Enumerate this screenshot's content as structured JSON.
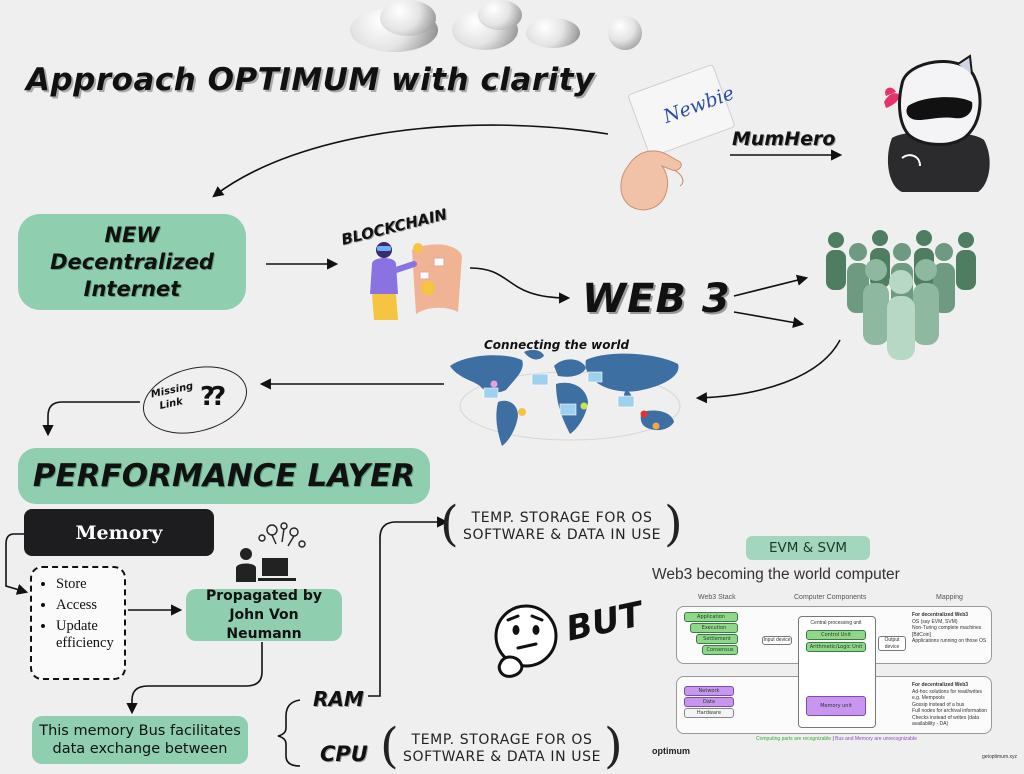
{
  "title": "Approach OPTIMUM with clarity",
  "card_label": "Newbie",
  "mumhero_label": "MumHero",
  "new_box": "NEW Decentralized Internet",
  "blockchain_label": "BLOCKCHAIN",
  "web3_label": "WEB 3",
  "map_label": "Connecting the world",
  "missing_link": {
    "line1": "Missing",
    "line2": "Link",
    "marks": "??"
  },
  "performance_layer": "PERFORMANCE LAYER",
  "memory_label": "Memory",
  "memory_list": [
    "Store",
    "Access",
    "Update efficiency"
  ],
  "propagated": "Propagated by John Von  Neumann",
  "bus_text": "This memory Bus facilitates data exchange between",
  "ram_label": "RAM",
  "cpu_label": "CPU",
  "temp_storage_1": "TEMP. STORAGE FOR OS SOFTWARE & DATA IN USE",
  "temp_storage_2": "TEMP. STORAGE FOR OS SOFTWARE & DATA IN USE",
  "but_label": "BUT",
  "evm_pill": "EVM & SVM",
  "web3_computer_title": "Web3 becoming the world computer",
  "mini": {
    "col1": "Web3 Stack",
    "col2": "Computer Components",
    "col3": "Mapping",
    "stack_top": [
      "Application",
      "Execution",
      "Settlement",
      "Consensus"
    ],
    "stack_bottom": [
      "Network",
      "Data",
      "Hardware"
    ],
    "input_device": "Input device",
    "output_device": "Output device",
    "cpu_unit": "Central processing unit",
    "control_unit": "Control Unit",
    "alu": "Arithmetic/Logic Unit",
    "memory_unit": "Memory unit",
    "map_head_1": "For decentralized Web3",
    "map_items_1": [
      "OS (say EVM, SVM)",
      "Non-Turing complete machines [BitCoin]",
      "Applications running on those OS"
    ],
    "map_head_2": "For decentralized Web3",
    "map_items_2": [
      "Ad-hoc solutions for read/writes e.g. Mempools",
      "Gossip instead of a bus",
      "Full nodes for archival information",
      "Checks instead of writes (data availability - DA)"
    ],
    "footer_green": "Computing parts are recognizable",
    "footer_sep": "|",
    "footer_purple": "Bus and Memory are unrecognizable",
    "brand": "optimum",
    "site": "getoptimum.xyz"
  },
  "colors": {
    "green_box": "#8fcfb0",
    "memory_box": "#1d1d1f",
    "map_blue": "#3d6fa3",
    "people_green": "#4f7d62",
    "mini_green": "#8fd88a",
    "mini_purple": "#c896ee"
  }
}
